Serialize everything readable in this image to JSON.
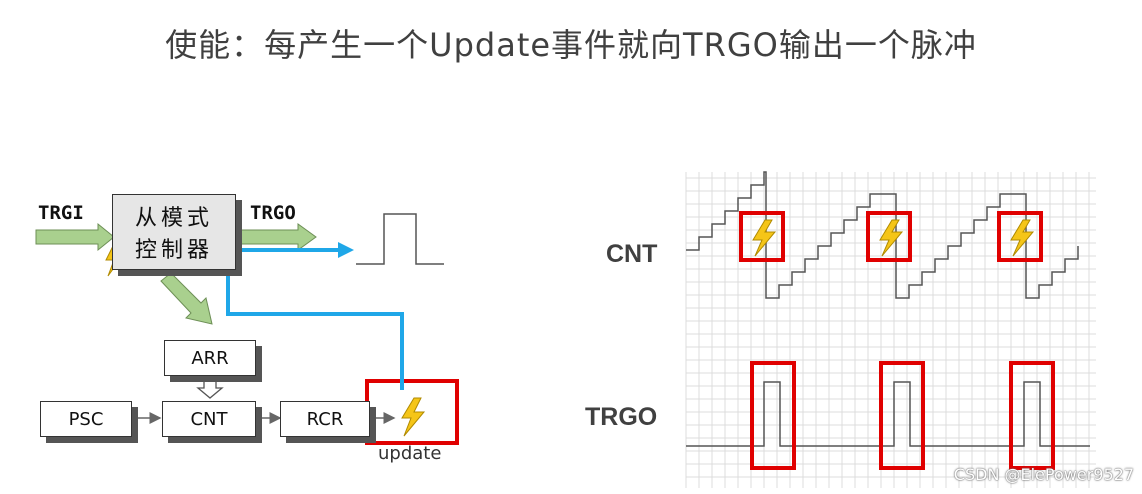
{
  "title": "使能：每产生一个Update事件就向TRGO输出一个脉冲",
  "left_diagram": {
    "trgi_label": "TRGI",
    "trgo_label": "TRGO",
    "slave_controller_line1": "从模式",
    "slave_controller_line2": "控制器",
    "arr_label": "ARR",
    "psc_label": "PSC",
    "cnt_label": "CNT",
    "rcr_label": "RCR",
    "update_label": "update",
    "colors": {
      "arrow_green": "#a9d08e",
      "highlight_red": "#e00000",
      "signal_blue": "#1fa7e8",
      "lightning_yellow": "#f5c518"
    }
  },
  "right_diagram": {
    "cnt_label": "CNT",
    "trgo_label": "TRGO"
  },
  "watermark": "CSDN @ElePower9527"
}
